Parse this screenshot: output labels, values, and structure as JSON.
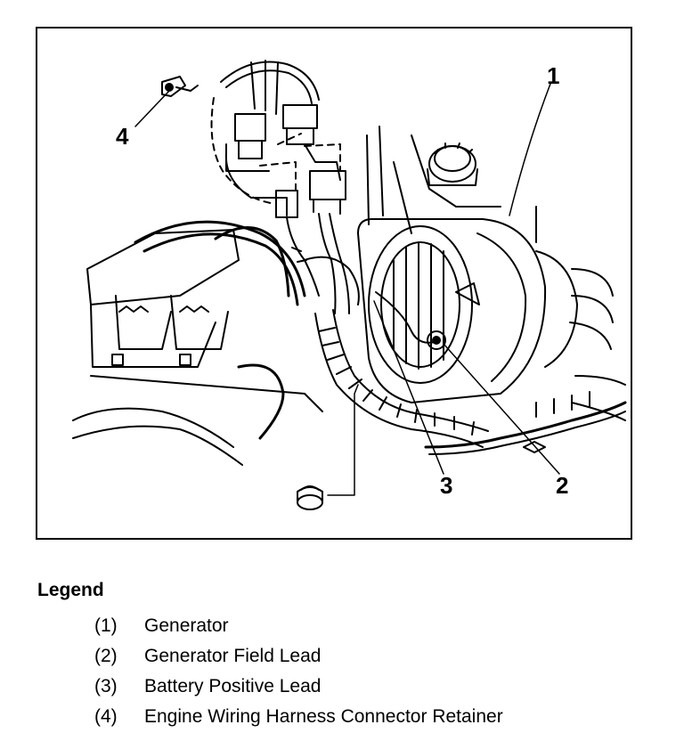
{
  "diagram": {
    "callouts": [
      {
        "id": "callout-1",
        "label": "1"
      },
      {
        "id": "callout-2",
        "label": "2"
      },
      {
        "id": "callout-3",
        "label": "3"
      },
      {
        "id": "callout-4",
        "label": "4"
      }
    ]
  },
  "legend": {
    "title": "Legend",
    "items": [
      {
        "num": "(1)",
        "text": "Generator"
      },
      {
        "num": "(2)",
        "text": "Generator Field Lead"
      },
      {
        "num": "(3)",
        "text": "Battery Positive Lead"
      },
      {
        "num": "(4)",
        "text": "Engine Wiring Harness Connector Retainer"
      }
    ]
  }
}
